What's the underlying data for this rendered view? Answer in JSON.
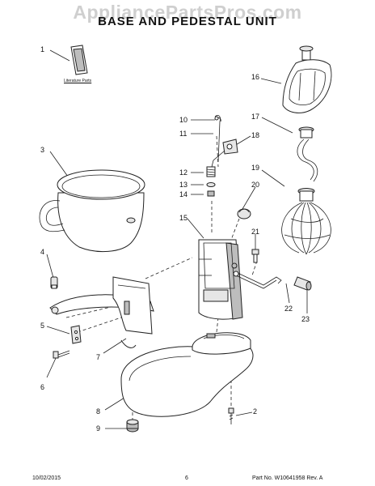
{
  "watermark": "AppliancePartsPros.com",
  "title": "BASE AND PEDESTAL UNIT",
  "literature_label": "Literature Parts",
  "callouts": [
    "1",
    "2",
    "3",
    "4",
    "5",
    "6",
    "7",
    "8",
    "9",
    "10",
    "11",
    "12",
    "13",
    "14",
    "15",
    "16",
    "17",
    "18",
    "19",
    "20",
    "21",
    "22",
    "23"
  ],
  "footer": {
    "date": "10/02/2015",
    "page": "6",
    "part_no": "Part No. W10641958  Rev. A"
  }
}
